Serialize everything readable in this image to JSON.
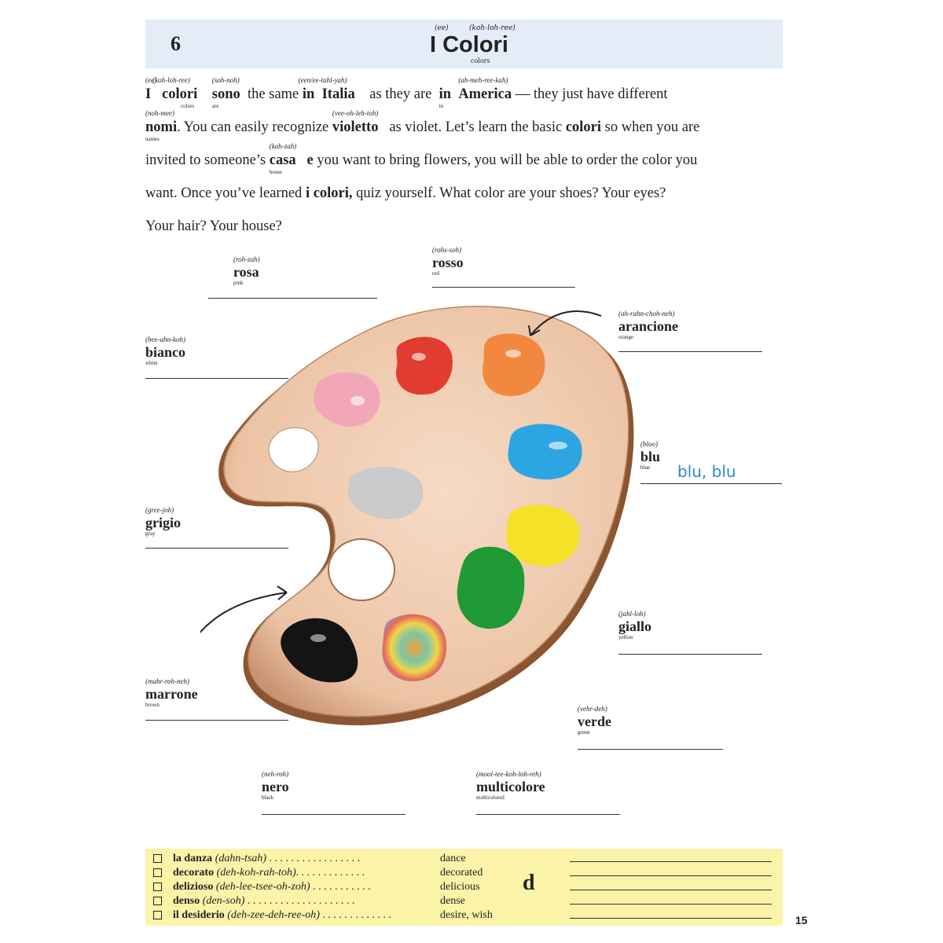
{
  "header": {
    "chapter_number": "6",
    "title_article_pron": "(ee)",
    "title_word_pron": "(koh-loh-ree)",
    "title": "I Colori",
    "title_translation": "colors"
  },
  "paragraph": {
    "line1": {
      "w1": {
        "text": "I",
        "pron": "(ee)"
      },
      "w2": {
        "text": "colori",
        "pron": "(koh-loh-ree)",
        "trans": "colors"
      },
      "w3": {
        "text": "sono",
        "pron": "(soh-noh)",
        "trans": "are"
      },
      "t1": "the same",
      "w4": {
        "text": "in"
      },
      "w5": {
        "text": "Italia",
        "pron": "(een/ee-tahl-yah)"
      },
      "t2": "as they are",
      "w6": {
        "text": "in",
        "trans": "in"
      },
      "w7": {
        "text": "America",
        "pron": "(ah-meh-ree-kah)"
      },
      "t3": "— they just have different"
    },
    "line2": {
      "w1": {
        "text": "nomi",
        "pron": "(noh-mee)",
        "trans": "names"
      },
      "t1": ". You can easily recognize",
      "w2": {
        "text": "violetto",
        "pron": "(vee-oh-leh-toh)"
      },
      "t2": "as violet. Let’s learn the basic",
      "w3": {
        "text": "colori"
      },
      "t3": "so when you are"
    },
    "line3": {
      "t1": "invited to someone’s",
      "w1": {
        "text": "casa",
        "pron": "(kah-zah)",
        "trans": "house"
      },
      "w2": {
        "text": "e"
      },
      "t2": "you want to bring flowers, you will be able to order the color you"
    },
    "line4": {
      "t1": "want. Once you’ve learned",
      "w1": {
        "text": "i colori,"
      },
      "t2": "quiz yourself. What color are your shoes? Your eyes?"
    },
    "line5": {
      "t1": "Your hair? Your house?"
    }
  },
  "labels": {
    "rosa": {
      "pron": "(roh-zah)",
      "word": "rosa",
      "trans": "pink"
    },
    "rosso": {
      "pron": "(rohs-soh)",
      "word": "rosso",
      "trans": "red"
    },
    "arancione": {
      "pron": "(ah-rahn-choh-neh)",
      "word": "arancione",
      "trans": "orange"
    },
    "bianco": {
      "pron": "(bee-ahn-koh)",
      "word": "bianco",
      "trans": "white"
    },
    "blu": {
      "pron": "(bloo)",
      "word": "blu",
      "trans": "blue",
      "answer": "blu, blu"
    },
    "grigio": {
      "pron": "(gree-joh)",
      "word": "grigio",
      "trans": "gray"
    },
    "giallo": {
      "pron": "(jahl-loh)",
      "word": "giallo",
      "trans": "yellow"
    },
    "marrone": {
      "pron": "(mahr-roh-neh)",
      "word": "marrone",
      "trans": "brown"
    },
    "verde": {
      "pron": "(vehr-deh)",
      "word": "verde",
      "trans": "green"
    },
    "nero": {
      "pron": "(neh-roh)",
      "word": "nero",
      "trans": "black"
    },
    "multicolore": {
      "pron": "(mool-tee-koh-loh-reh)",
      "word": "multicolore",
      "trans": "multicolored"
    }
  },
  "vocab": {
    "letter": "d",
    "rows": [
      {
        "word": "la danza",
        "pron": "(dahn-tsah)",
        "dots": " . . . . . . . . . . . . . . . . .",
        "trans": "dance"
      },
      {
        "word": "decorato",
        "pron": "(deh-koh-rah-toh)",
        "dots": ". . . . . . . . . . . . .",
        "trans": "decorated"
      },
      {
        "word": "delizioso",
        "pron": "(deh-lee-tsee-oh-zoh)",
        "dots": " . . . . . . . . . . .",
        "trans": "delicious"
      },
      {
        "word": "denso",
        "pron": "(den-soh)",
        "dots": " . . . . . . . . . . . . . . . . . . . .",
        "trans": "dense"
      },
      {
        "word": "il desiderio",
        "pron": "(deh-zee-deh-ree-oh)",
        "dots": " . . . . . . . . . . . . .",
        "trans": "desire, wish"
      }
    ]
  },
  "page_number": "15",
  "colors": {
    "header_bg": "#e3ecf7",
    "vocab_bg": "#fbf3a8",
    "palette": "#f1d0b6",
    "handwriting": "#2a8fce"
  }
}
